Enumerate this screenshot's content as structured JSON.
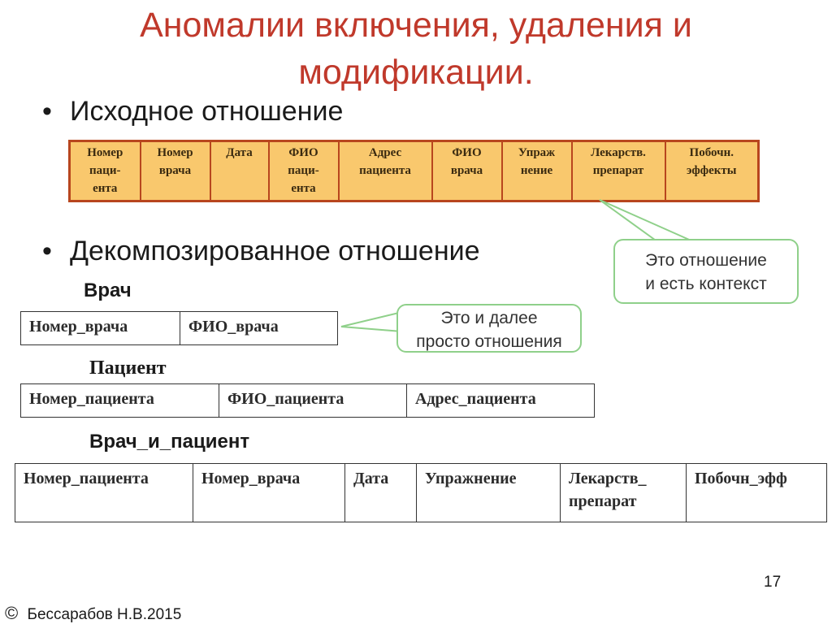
{
  "title_line1": "Аномалии включения, удаления и",
  "title_line2": "модификации.",
  "bullets": {
    "marker": "•",
    "original": "Исходное отношение",
    "decomposed": "Декомпозированное отношение"
  },
  "original_table": [
    [
      "Номер",
      "паци-",
      "ента"
    ],
    [
      "Номер",
      "врача"
    ],
    [
      "Дата"
    ],
    [
      "ФИО",
      "паци-",
      "ента"
    ],
    [
      "Адрес",
      "пациента"
    ],
    [
      "ФИО",
      "врача"
    ],
    [
      "Упраж",
      "нение"
    ],
    [
      "Лекарств.",
      "препарат"
    ],
    [
      "Побочн.",
      "эффекты"
    ]
  ],
  "callout_context": [
    "Это отношение",
    "и есть контекст"
  ],
  "callout_relations": [
    "Это и далее",
    "просто отношения"
  ],
  "relations": {
    "doctor": {
      "name": "Врач",
      "columns": [
        "Номер_врача",
        "ФИО_врача"
      ]
    },
    "patient": {
      "name": "Пациент",
      "columns": [
        "Номер_пациента",
        "ФИО_пациента",
        "Адрес_пациента"
      ]
    },
    "doctor_patient": {
      "name": "Врач_и_пациент",
      "columns": [
        [
          "Номер_пациента"
        ],
        [
          "Номер_врача"
        ],
        [
          "Дата"
        ],
        [
          "Упражнение"
        ],
        [
          "Лекарств_",
          "препарат"
        ],
        [
          "Побочн_эфф"
        ]
      ]
    }
  },
  "slide_number": "17",
  "copyright_symbol": "©",
  "author": "Бессарабов Н.В.2015",
  "colors": {
    "title": "#c0392b",
    "table_fill": "#f9c86d",
    "table_border": "#b8461e",
    "callout_border": "#8fd08a"
  }
}
